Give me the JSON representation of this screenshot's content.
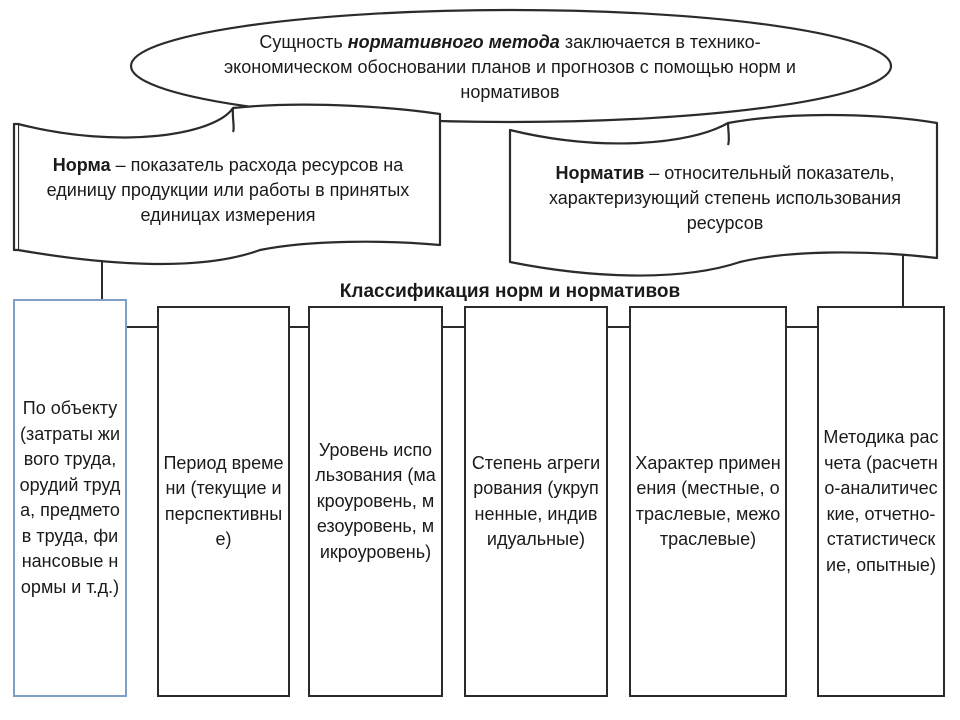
{
  "essence": {
    "prefix": "Сущность ",
    "emphasis": "нормативного метода",
    "suffix": " заключается в технико-экономическом обосновании планов и прогнозов с помощью норм и нормативов"
  },
  "norm": {
    "term": "Норма",
    "definition": " – показатель расхода ресурсов на единицу продукции или работы в принятых единицах измерения"
  },
  "normative": {
    "term": "Норматив",
    "definition": " – относительный показатель, характеризующий степень использования ресурсов"
  },
  "classification_title": "Классификация норм и нормативов",
  "categories": [
    "По объекту (затраты живого труда, орудий труда, предметов труда, финансовые нормы и т.д.)",
    "Период времени (текущие и перспективные)",
    "Уровень использования (макроуровень, мезоуровень, микроуровень)",
    "Степень агрегирования (укрупненные, индивидуальные)",
    "Характер применения (местные, отраслевые, межотраслевые)",
    "Методика расчета (расчетно-аналитические, отчетно-статистические, опытные)"
  ],
  "colors": {
    "line": "#2b2b2b",
    "first_box_border": "#7f9fc7"
  }
}
